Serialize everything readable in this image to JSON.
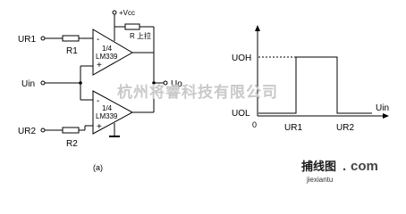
{
  "circuit": {
    "input_top_label": "UR1",
    "input_mid_label": "Uin",
    "input_bottom_label": "UR2",
    "resistor_top_label": "R1",
    "resistor_bottom_label": "R2",
    "supply_label": "+Vcc",
    "pullup_label": "R 上拉",
    "output_label": "Uo",
    "comparator_top": {
      "fraction": "1/4",
      "part": "LM339",
      "minus": "-",
      "plus": "+"
    },
    "comparator_bottom": {
      "fraction": "1/4",
      "part": "LM339",
      "minus": "-",
      "plus": "+"
    },
    "caption": "(a)"
  },
  "graph": {
    "y_high_label": "UOH",
    "y_low_label": "UOL",
    "origin_label": "0",
    "x_axis_label": "Uin",
    "x_tick_1": "UR1",
    "x_tick_2": "UR2"
  },
  "watermark": "杭州将睿科技有限公司",
  "logo": {
    "chinese": "捕线图",
    "dot": ".",
    "suffix": "com",
    "url": "jiexiantu"
  }
}
